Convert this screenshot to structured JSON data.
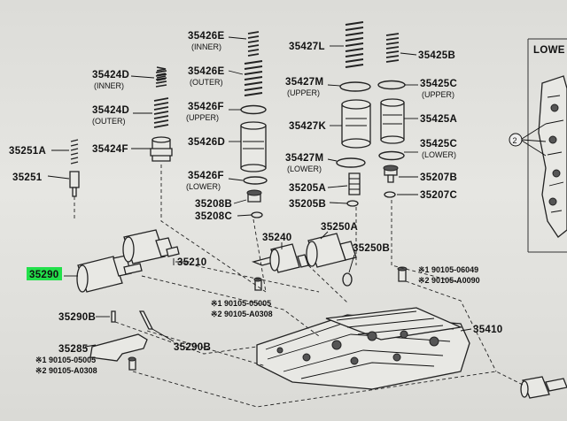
{
  "highlight_color": "#22e04a",
  "callouts": {
    "p35426E_inner": {
      "num": "35426E",
      "sub": "(INNER)"
    },
    "p35426E_outer": {
      "num": "35426E",
      "sub": "(OUTER)"
    },
    "p35424D_inner": {
      "num": "35424D",
      "sub": "(INNER)"
    },
    "p35424D_outer": {
      "num": "35424D",
      "sub": "(OUTER)"
    },
    "p35426F_upper": {
      "num": "35426F",
      "sub": "(UPPER)"
    },
    "p35426D": {
      "num": "35426D"
    },
    "p35426F_lower": {
      "num": "35426F",
      "sub": "(LOWER)"
    },
    "p35208B": {
      "num": "35208B"
    },
    "p35208C": {
      "num": "35208C"
    },
    "p35251A": {
      "num": "35251A"
    },
    "p35424F": {
      "num": "35424F"
    },
    "p35251": {
      "num": "35251"
    },
    "p35427L": {
      "num": "35427L"
    },
    "p35427M": {
      "num": "35427M",
      "sub": "(UPPER)"
    },
    "p35427K": {
      "num": "35427K"
    },
    "p35427M_lower": {
      "num": "35427M",
      "sub": "(LOWER)"
    },
    "p35205A": {
      "num": "35205A"
    },
    "p35205B": {
      "num": "35205B"
    },
    "p35425B": {
      "num": "35425B"
    },
    "p35425C_upper": {
      "num": "35425C",
      "sub": "(UPPER)"
    },
    "p35425A": {
      "num": "35425A"
    },
    "p35425C_lower": {
      "num": "35425C",
      "sub": "(LOWER)"
    },
    "p35207B": {
      "num": "35207B"
    },
    "p35207C": {
      "num": "35207C"
    },
    "p35250A": {
      "num": "35250A"
    },
    "p35240": {
      "num": "35240"
    },
    "p35250B": {
      "num": "35250B"
    },
    "p35290": {
      "num": "35290"
    },
    "p35210": {
      "num": "35210"
    },
    "p35290B_left": {
      "num": "35290B"
    },
    "p35290B_right": {
      "num": "35290B"
    },
    "p35285": {
      "num": "35285"
    },
    "p35410": {
      "num": "35410"
    },
    "lowe_label": {
      "num": "LOWE"
    }
  },
  "bolt_notes": {
    "left": {
      "line1": "※1 90105-05005",
      "line2": "※2 90105-A0308"
    },
    "center": {
      "line1": "※1 90105-05005",
      "line2": "※2 90105-A0308"
    },
    "right": {
      "line1": "※1 90105-06049",
      "line2": "※2 90105-A0090"
    }
  },
  "circle_ref": {
    "num": "2"
  }
}
